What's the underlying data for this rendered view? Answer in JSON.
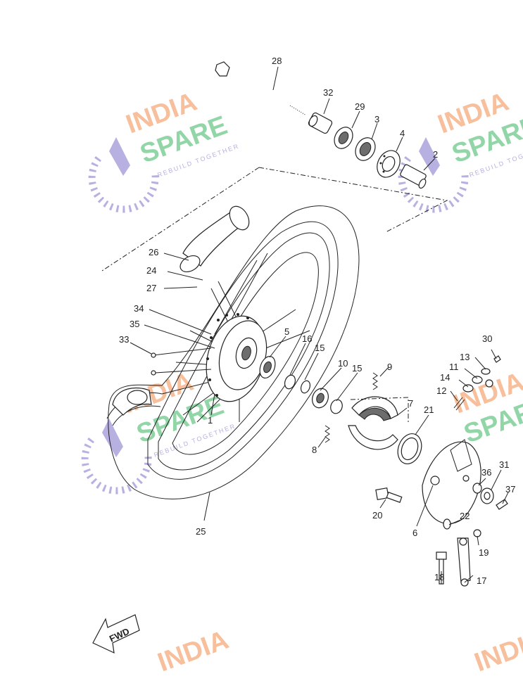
{
  "watermark": {
    "line1": "INDIA",
    "line2": "SPARE",
    "tagline": "REBUILD TOGETHER",
    "colors": {
      "orange": "#f6b48a",
      "green": "#7fcf9a",
      "purple": "#aaa4dc"
    }
  },
  "fwd_label": "FWD",
  "callouts": [
    "1",
    "2",
    "3",
    "4",
    "5",
    "6",
    "7",
    "8",
    "9",
    "10",
    "11",
    "12",
    "13",
    "14",
    "15",
    "15",
    "16",
    "17",
    "18",
    "19",
    "20",
    "21",
    "22",
    "24",
    "25",
    "26",
    "27",
    "28",
    "29",
    "30",
    "31",
    "32",
    "33",
    "34",
    "35",
    "36",
    "37"
  ]
}
